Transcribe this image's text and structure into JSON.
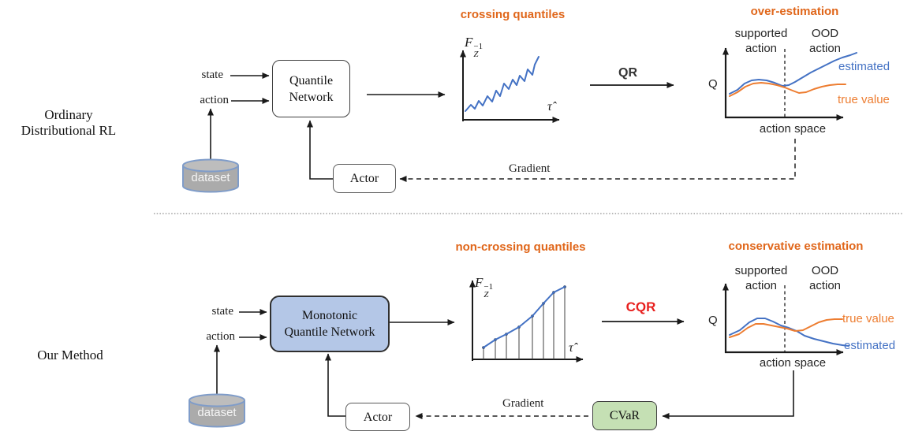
{
  "top_row": {
    "row_label_line1": "Ordinary",
    "row_label_line2": "Distributional RL",
    "state_label": "state",
    "action_label": "action",
    "network_line1": "Quantile",
    "network_line2": "Network",
    "dataset_label": "dataset",
    "actor_label": "Actor",
    "gradient_label": "Gradient",
    "transform_label": "QR",
    "quantile_plot": {
      "title": "crossing quantiles",
      "ylabel_base": "F",
      "ylabel_sub": "Z",
      "ylabel_sup": "−1",
      "xlabel": "τ̂"
    },
    "value_plot": {
      "title": "over-estimation",
      "supported_line1": "supported",
      "supported_line2": "action",
      "ood_line1": "OOD",
      "ood_line2": "action",
      "ylabel": "Q",
      "xlabel": "action space",
      "estimated_label": "estimated",
      "true_label": "true value"
    }
  },
  "bottom_row": {
    "row_label": "Our Method",
    "state_label": "state",
    "action_label": "action",
    "network_line1": "Monotonic",
    "network_line2": "Quantile Network",
    "dataset_label": "dataset",
    "actor_label": "Actor",
    "gradient_label": "Gradient",
    "transform_label": "CQR",
    "cvar_label": "CVaR",
    "quantile_plot": {
      "title": "non-crossing quantiles",
      "ylabel_base": "F",
      "ylabel_sub": "Z",
      "ylabel_sup": "−1",
      "xlabel": "τ̂"
    },
    "value_plot": {
      "title": "conservative estimation",
      "supported_line1": "supported",
      "supported_line2": "action",
      "ood_line1": "OOD",
      "ood_line2": "action",
      "ylabel": "Q",
      "xlabel": "action space",
      "estimated_label": "estimated",
      "true_label": "true value"
    }
  },
  "colors": {
    "accent_orange": "#E0661A",
    "curve_orange": "#ED7D31",
    "curve_blue": "#4472C4",
    "cqr_red": "#E8201E",
    "network_fill_blue": "#B4C7E7",
    "cvar_fill_green": "#C5E0B4",
    "dataset_fill": "#ABABAB",
    "dataset_top_fill": "#BDBDBD",
    "dataset_stroke": "#7F9CC9"
  },
  "curves": {
    "crossing_quantiles": {
      "color": "#4472C4",
      "points": [
        [
          590,
          141
        ],
        [
          597,
          133
        ],
        [
          602,
          138
        ],
        [
          607,
          128
        ],
        [
          612,
          134
        ],
        [
          618,
          122
        ],
        [
          624,
          129
        ],
        [
          629,
          115
        ],
        [
          634,
          122
        ],
        [
          639,
          106
        ],
        [
          645,
          113
        ],
        [
          650,
          101
        ],
        [
          655,
          108
        ],
        [
          659,
          96
        ],
        [
          665,
          103
        ],
        [
          669,
          88
        ],
        [
          675,
          95
        ],
        [
          678,
          82
        ],
        [
          683,
          72
        ]
      ]
    },
    "top_estimated": {
      "color": "#4472C4",
      "points": [
        [
          925,
          119
        ],
        [
          935,
          114
        ],
        [
          944,
          106
        ],
        [
          953,
          102
        ],
        [
          962,
          101
        ],
        [
          972,
          102
        ],
        [
          982,
          105
        ],
        [
          992,
          109
        ],
        [
          1000,
          108
        ],
        [
          1008,
          104
        ],
        [
          1018,
          98
        ],
        [
          1028,
          92
        ],
        [
          1038,
          87
        ],
        [
          1048,
          82
        ],
        [
          1058,
          77
        ],
        [
          1068,
          73
        ],
        [
          1078,
          70
        ],
        [
          1086,
          67
        ]
      ]
    },
    "top_true": {
      "color": "#ED7D31",
      "points": [
        [
          925,
          122
        ],
        [
          935,
          117
        ],
        [
          945,
          110
        ],
        [
          955,
          106
        ],
        [
          965,
          105
        ],
        [
          975,
          106
        ],
        [
          985,
          108
        ],
        [
          995,
          111
        ],
        [
          1005,
          115
        ],
        [
          1013,
          118
        ],
        [
          1022,
          117
        ],
        [
          1032,
          113
        ],
        [
          1042,
          110
        ],
        [
          1052,
          108
        ],
        [
          1062,
          107
        ],
        [
          1072,
          107
        ]
      ]
    },
    "noncrossing_quantiles": {
      "color": "#4472C4",
      "baseline": 456,
      "points": [
        [
          613,
          441
        ],
        [
          628,
          431
        ],
        [
          642,
          424
        ],
        [
          658,
          415
        ],
        [
          675,
          401
        ],
        [
          689,
          385
        ],
        [
          702,
          371
        ],
        [
          716,
          364
        ]
      ]
    },
    "bottom_estimated": {
      "color": "#4472C4",
      "points": [
        [
          925,
          425
        ],
        [
          938,
          419
        ],
        [
          950,
          409
        ],
        [
          960,
          404
        ],
        [
          970,
          404
        ],
        [
          980,
          408
        ],
        [
          990,
          413
        ],
        [
          1000,
          416
        ],
        [
          1010,
          420
        ],
        [
          1020,
          426
        ],
        [
          1032,
          430
        ],
        [
          1044,
          433
        ],
        [
          1056,
          436
        ],
        [
          1068,
          438
        ],
        [
          1076,
          439
        ]
      ]
    },
    "bottom_true": {
      "color": "#ED7D31",
      "points": [
        [
          925,
          428
        ],
        [
          937,
          424
        ],
        [
          948,
          416
        ],
        [
          958,
          411
        ],
        [
          968,
          411
        ],
        [
          978,
          413
        ],
        [
          988,
          415
        ],
        [
          998,
          417
        ],
        [
          1008,
          420
        ],
        [
          1018,
          419
        ],
        [
          1028,
          414
        ],
        [
          1038,
          409
        ],
        [
          1048,
          406
        ],
        [
          1058,
          405
        ],
        [
          1068,
          405
        ]
      ]
    }
  }
}
